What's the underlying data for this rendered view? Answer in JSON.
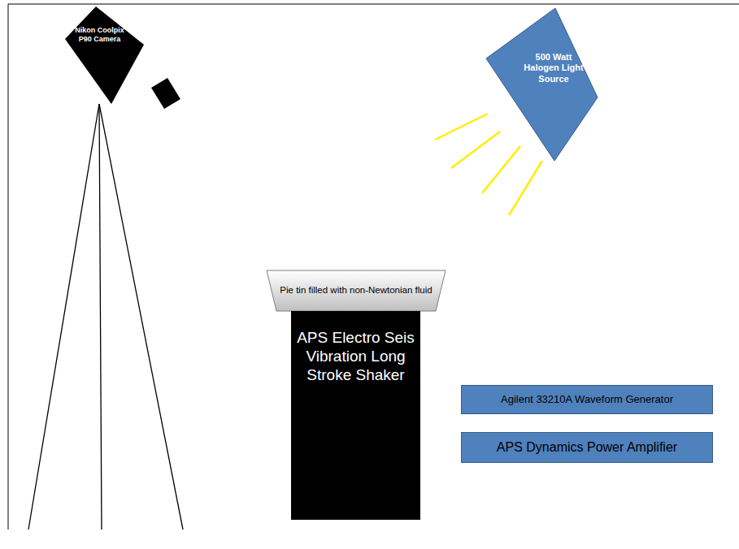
{
  "diagram": {
    "nodes": [
      {
        "text": [
          "Nikon Coolpix P90 Camera"
        ]
      },
      {
        "text": [
          "500 Watt Halogen Light Source"
        ]
      },
      {
        "text": [
          "Pie tin filled with non-Newtonian fluid"
        ]
      },
      {
        "text": [
          "APS Electro Seis Vibration Long Stroke Shaker"
        ]
      },
      {
        "text": [
          "Agilent 33210A Waveform Generator"
        ]
      },
      {
        "text": [
          "APS Dynamics Power Amplifier"
        ]
      }
    ]
  }
}
